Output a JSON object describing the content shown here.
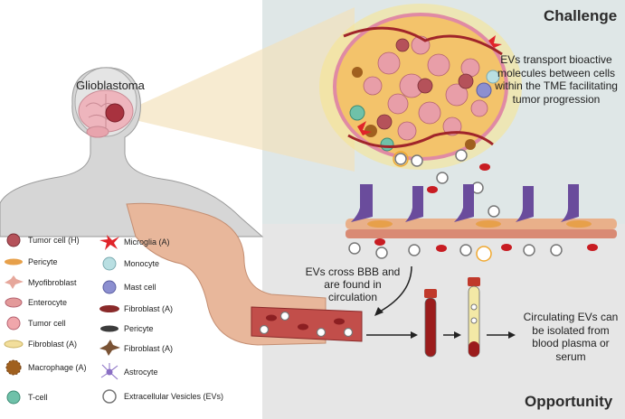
{
  "title": "Glioblastoma",
  "headings": {
    "challenge": "Challenge",
    "opportunity": "Opportunity"
  },
  "texts": {
    "challenge_body": "EVs transport bioactive molecules between cells within the TME facilitating tumor progression",
    "bbb_text": "EVs cross BBB and are found in circulation",
    "isolation_text": "Circulating EVs can be isolated from blood plasma or serum"
  },
  "legend_left": [
    {
      "label": "Tumor cell (H)",
      "icon": "tumor-cell-h-icon",
      "color": "#b5525a"
    },
    {
      "label": "Pericyte",
      "icon": "pericyte-icon",
      "color": "#e7a04a"
    },
    {
      "label": "Myofibroblast",
      "icon": "myofibroblast-icon",
      "color": "#e6a79b"
    },
    {
      "label": "Enterocyte",
      "icon": "enterocyte-icon",
      "color": "#e39a9a"
    },
    {
      "label": "Tumor cell",
      "icon": "tumor-cell-icon",
      "color": "#f0a6ab"
    },
    {
      "label": "Fibroblast (A)",
      "icon": "fibroblast-a-icon",
      "color": "#f2de9c"
    },
    {
      "label": "Macrophage (A)",
      "icon": "macrophage-a-icon",
      "color": "#a0601f"
    },
    {
      "label": "T-cell",
      "icon": "t-cell-icon",
      "color": "#6fc1a9"
    }
  ],
  "legend_right": [
    {
      "label": "Microglia (A)",
      "icon": "microglia-a-icon",
      "color": "#e0242a"
    },
    {
      "label": "Monocyte",
      "icon": "monocyte-icon",
      "color": "#b9dfe2"
    },
    {
      "label": "Mast cell",
      "icon": "mast-cell-icon",
      "color": "#8c8fd0"
    },
    {
      "label": "Fibroblast (A)",
      "icon": "fibroblast-a-dark-icon",
      "color": "#8a2a2a"
    },
    {
      "label": "Pericyte",
      "icon": "pericyte-dark-icon",
      "color": "#3c3c3c"
    },
    {
      "label": "Fibroblast (A)",
      "icon": "fibroblast-a-brown-icon",
      "color": "#7a5335"
    },
    {
      "label": "Astrocyte",
      "icon": "astrocyte-icon",
      "color": "#8a6fc4"
    },
    {
      "label": "Extracellular Vesicles (EVs)",
      "icon": "ev-icon",
      "color": "#777777"
    }
  ]
}
